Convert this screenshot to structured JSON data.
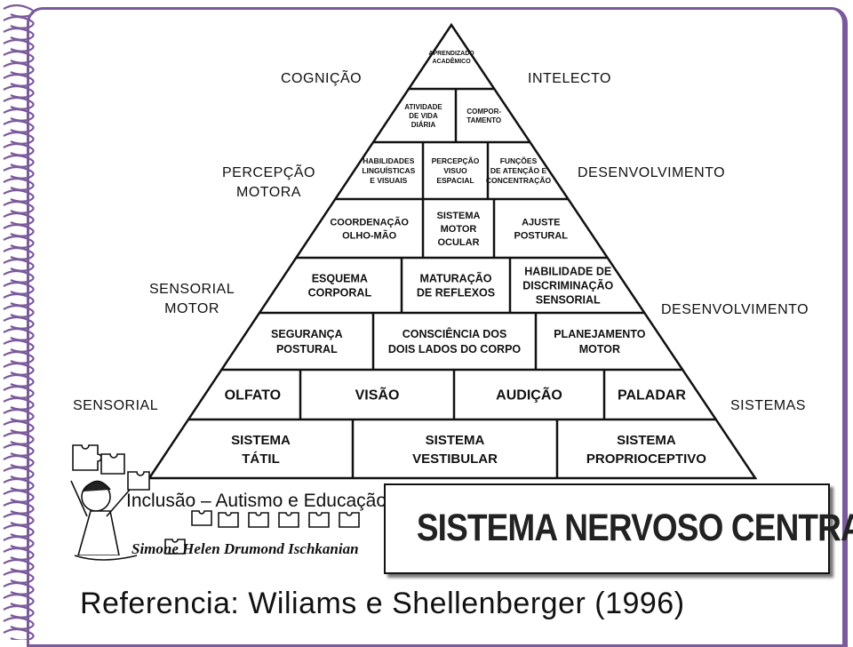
{
  "colors": {
    "border": "#7a5a9a",
    "ink": "#111111"
  },
  "side_labels": {
    "cognicao": "COGNIÇÃO",
    "intelecto": "INTELECTO",
    "percepcao_motora_1": "PERCEPÇÃO",
    "percepcao_motora_2": "MOTORA",
    "desenvolvimento_1": "DESENVOLVIMENTO",
    "sensorial_motor_1": "SENSORIAL",
    "sensorial_motor_2": "MOTOR",
    "desenvolvimento_2": "DESENVOLVIMENTO",
    "sensorial": "SENSORIAL",
    "sistemas": "SISTEMAS"
  },
  "pyramid": {
    "level_1": [
      {
        "lines": [
          "APRENDIZADO",
          "ACADÊMICO"
        ]
      }
    ],
    "level_2": [
      {
        "lines": [
          "ATIVIDADE",
          "DE VIDA",
          "DIÁRIA"
        ]
      },
      {
        "lines": [
          "COMPOR-",
          "TAMENTO"
        ]
      }
    ],
    "level_3": [
      {
        "lines": [
          "HABILIDADES",
          "LINGUÍSTICAS",
          "E VISUAIS"
        ]
      },
      {
        "lines": [
          "PERCEPÇÃO",
          "VISUO",
          "ESPACIAL"
        ]
      },
      {
        "lines": [
          "FUNÇÕES",
          "DE ATENÇÃO E",
          "CONCENTRAÇÃO"
        ]
      }
    ],
    "level_4": [
      {
        "lines": [
          "COORDENAÇÃO",
          "OLHO-MÃO"
        ]
      },
      {
        "lines": [
          "SISTEMA",
          "MOTOR",
          "OCULAR"
        ]
      },
      {
        "lines": [
          "AJUSTE",
          "POSTURAL"
        ]
      }
    ],
    "level_5": [
      {
        "lines": [
          "ESQUEMA",
          "CORPORAL"
        ]
      },
      {
        "lines": [
          "MATURAÇÃO",
          "DE REFLEXOS"
        ]
      },
      {
        "lines": [
          "HABILIDADE DE",
          "DISCRIMINAÇÃO",
          "SENSORIAL"
        ]
      }
    ],
    "level_6": [
      {
        "lines": [
          "SEGURANÇA",
          "POSTURAL"
        ]
      },
      {
        "lines": [
          "CONSCIÊNCIA DOS",
          "DOIS LADOS DO CORPO"
        ]
      },
      {
        "lines": [
          "PLANEJAMENTO",
          "MOTOR"
        ]
      }
    ],
    "level_7": [
      {
        "lines": [
          "OLFATO"
        ]
      },
      {
        "lines": [
          "VISÃO"
        ]
      },
      {
        "lines": [
          "AUDIÇÃO"
        ]
      },
      {
        "lines": [
          "PALADAR"
        ]
      }
    ],
    "level_8": [
      {
        "lines": [
          "SISTEMA",
          "TÁTIL"
        ]
      },
      {
        "lines": [
          "SISTEMA",
          "VESTIBULAR"
        ]
      },
      {
        "lines": [
          "SISTEMA",
          "PROPRIOCEPTIVO"
        ]
      }
    ]
  },
  "logo": {
    "title": "Inclusão – Autismo e Educação",
    "author": "Simone Helen Drumond Ischkanian"
  },
  "banner": {
    "text": "SISTEMA NERVOSO CENTRAL"
  },
  "reference": {
    "text": "Referencia:  Wiliams e Shellenberger (1996)"
  }
}
